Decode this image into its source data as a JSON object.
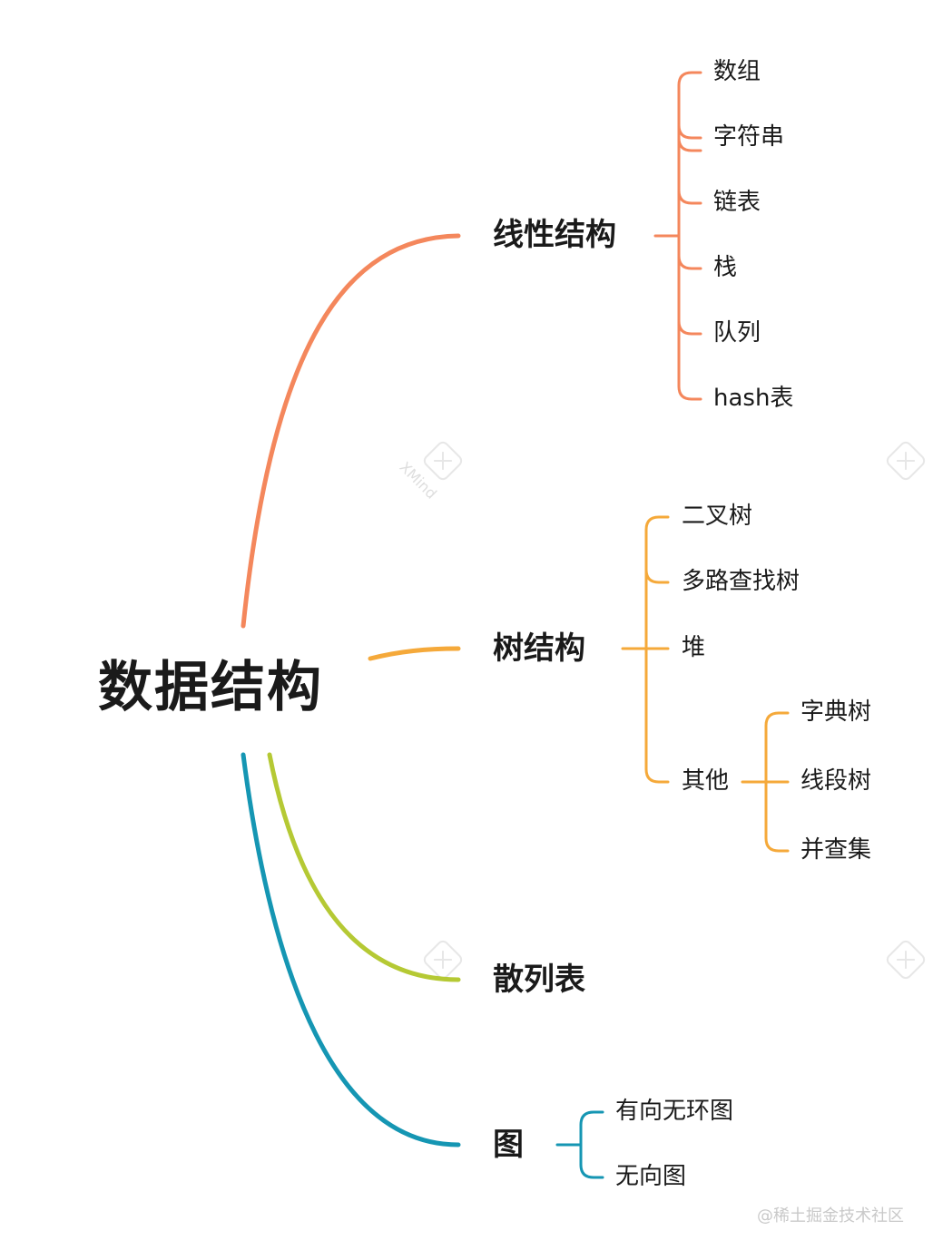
{
  "root": {
    "label": "数据结构"
  },
  "branches": [
    {
      "label": "线性结构",
      "color": "#f4875c",
      "children": [
        "数组",
        "字符串",
        "链表",
        "栈",
        "队列",
        "hash表"
      ]
    },
    {
      "label": "树结构",
      "color": "#f5a93a",
      "children": [
        "二叉树",
        "多路查找树",
        "堆",
        "其他"
      ],
      "nested": {
        "parent": "其他",
        "children": [
          "字典树",
          "线段树",
          "并查集"
        ]
      }
    },
    {
      "label": "散列表",
      "color": "#b5c934",
      "children": []
    },
    {
      "label": "图",
      "color": "#1596b3",
      "children": [
        "有向无环图",
        "无向图"
      ]
    }
  ],
  "watermark": {
    "text": "@稀土掘金技术社区",
    "brand": "XMind"
  }
}
